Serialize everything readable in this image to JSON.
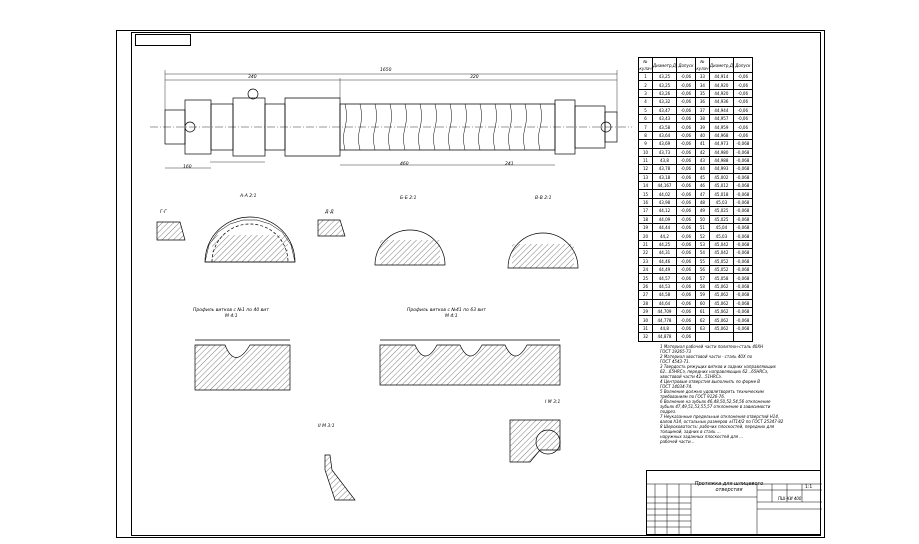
{
  "table": {
    "headers": [
      "№ кулач",
      "Диаметр,Д",
      "Допуск",
      "№ кулач",
      "Диаметр,Д",
      "Допуск"
    ],
    "rows": [
      [
        "1",
        "43,25",
        "-0,06",
        "33",
        "44,914",
        "-0,06"
      ],
      [
        "2",
        "43,25",
        "-0,06",
        "34",
        "44,920",
        "-0,06"
      ],
      [
        "3",
        "43,26",
        "-0,06",
        "35",
        "44,920",
        "-0,06"
      ],
      [
        "4",
        "43,32",
        "-0,06",
        "36",
        "44,936",
        "-0,06"
      ],
      [
        "5",
        "43,47",
        "-0,06",
        "37",
        "44,944",
        "-0,06"
      ],
      [
        "6",
        "43,43",
        "-0,06",
        "38",
        "44,957",
        "-0,06"
      ],
      [
        "7",
        "43,58",
        "-0,06",
        "39",
        "44,959",
        "-0,06"
      ],
      [
        "8",
        "43,64",
        "-0,06",
        "40",
        "44,968",
        "-0,06"
      ],
      [
        "9",
        "43,69",
        "-0,06",
        "41",
        "44,973",
        "-0,068"
      ],
      [
        "10",
        "43,73",
        "-0,06",
        "42",
        "44,980",
        "-0,068"
      ],
      [
        "11",
        "43,8",
        "-0,06",
        "43",
        "44,988",
        "-0,068"
      ],
      [
        "12",
        "43,78",
        "-0,06",
        "44",
        "44,993",
        "-0,068"
      ],
      [
        "13",
        "43,18",
        "-0,06",
        "45",
        "45,002",
        "-0,068"
      ],
      [
        "14",
        "44,167",
        "-0,06",
        "46",
        "45,012",
        "-0,068"
      ],
      [
        "15",
        "44,02",
        "-0,06",
        "47",
        "45,018",
        "-0,068"
      ],
      [
        "16",
        "43,98",
        "-0,06",
        "48",
        "45,03",
        "-0,068"
      ],
      [
        "17",
        "44,12",
        "-0,06",
        "49",
        "45,025",
        "-0,068"
      ],
      [
        "18",
        "44,09",
        "-0,06",
        "50",
        "45,025",
        "-0,068"
      ],
      [
        "19",
        "44,44",
        "-0,06",
        "51",
        "45,04",
        "-0,068"
      ],
      [
        "20",
        "44,2",
        "-0,06",
        "52",
        "45,03",
        "-0,068"
      ],
      [
        "21",
        "44,25",
        "-0,06",
        "53",
        "45,042",
        "-0,068"
      ],
      [
        "22",
        "44,31",
        "-0,06",
        "54",
        "45,042",
        "-0,068"
      ],
      [
        "23",
        "44,46",
        "-0,06",
        "55",
        "45,052",
        "-0,068"
      ],
      [
        "24",
        "44,49",
        "-0,06",
        "56",
        "45,052",
        "-0,068"
      ],
      [
        "25",
        "44,57",
        "-0,06",
        "57",
        "45,058",
        "-0,068"
      ],
      [
        "26",
        "44,53",
        "-0,06",
        "58",
        "45,062",
        "-0,068"
      ],
      [
        "27",
        "44,58",
        "-0,06",
        "59",
        "45,062",
        "-0,068"
      ],
      [
        "28",
        "44,64",
        "-0,06",
        "60",
        "45,062",
        "-0,068"
      ],
      [
        "29",
        "44,709",
        "-0,06",
        "61",
        "45,062",
        "-0,068"
      ],
      [
        "30",
        "44,778",
        "-0,06",
        "62",
        "45,062",
        "-0,068"
      ],
      [
        "31",
        "44,8",
        "-0,06",
        "63",
        "45,062",
        "-0,068"
      ],
      [
        "32",
        "44,878",
        "-0,06",
        "",
        "",
        ""
      ]
    ]
  },
  "sections": {
    "a_a": "А-А 2:1",
    "b_b": "Б-Б 2:1",
    "v_v": "В-В 2:1",
    "g_g": "Г-Г",
    "d_d": "Д-Д",
    "detail_1": "Профиль витков с №1 по 40 вит",
    "detail_1_scale": "М 4:1",
    "detail_2": "Профиль витков с №41 по 63 вит",
    "detail_2_scale": "М 4:1",
    "detail_3": "II М 3:1",
    "detail_4": "I М 3:1"
  },
  "dims": {
    "total": "1650",
    "left": "340",
    "mid": "320",
    "right_a": "460",
    "right_b": "241",
    "bottom_left": "160"
  },
  "notes": [
    "1 Материал рабочей части политехн-сталь 40ХН",
    "ГОСТ 19265-73",
    "2 Материал хвостовой части - сталь 40Х по",
    "ГОСТ 4543-71.",
    "3 Твердость режущих витков и задних направляющих",
    "62...65HRCэ, передних направляющих 62...65HRCэ,",
    "хвостовой части 42...51HRCэ.",
    "4 Центровые отверстия выполнить по форме В",
    "ГОСТ 14034-74.",
    "5 Волнение должно удовлетворять техническим",
    "требованиям по ГОСТ 9126-76.",
    "6 Волнение на зубьях 46,48,50,52,54,56 отклонение",
    "зубьях 47,49,51,53,55,57 отклонение в зависимости",
    "подрез.",
    "7 Неуказанные предельные отклонения отверстий Н14,",
    "валов h14, остальных размеров ±IT14/2 по ГОСТ 25347-82",
    "8 Шероховатость: рабочих плоскостей, передних для",
    "толщиной, задних в сталь ...",
    "наружных заданных плоскостей для ...",
    "рабочей части..."
  ],
  "title_block": {
    "title": "Протяжка для шлицевого отверстия",
    "code": "ПШ-КИ 400",
    "scale": "1:1"
  }
}
